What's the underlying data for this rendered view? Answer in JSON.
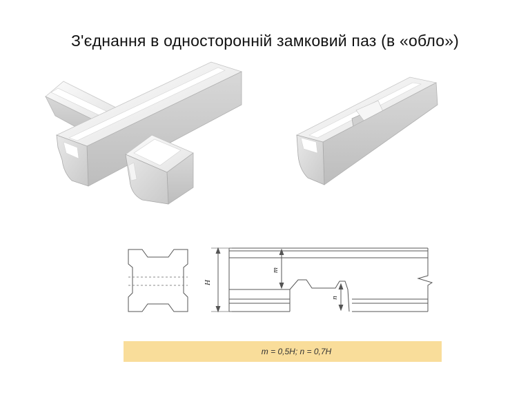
{
  "slide": {
    "title": "З'єднання в односторонній замковий паз (в «обло»)"
  },
  "drawing": {
    "labels": {
      "height": "H",
      "m": "m",
      "n": "n"
    }
  },
  "formula": {
    "text": "m = 0,5H; n = 0,7H"
  },
  "colors": {
    "formula_background": "#f9dd9a",
    "model_light": "#f2f2f2",
    "model_mid": "#d9d9d9",
    "model_dark": "#b8b8b8",
    "line": "#555555"
  }
}
